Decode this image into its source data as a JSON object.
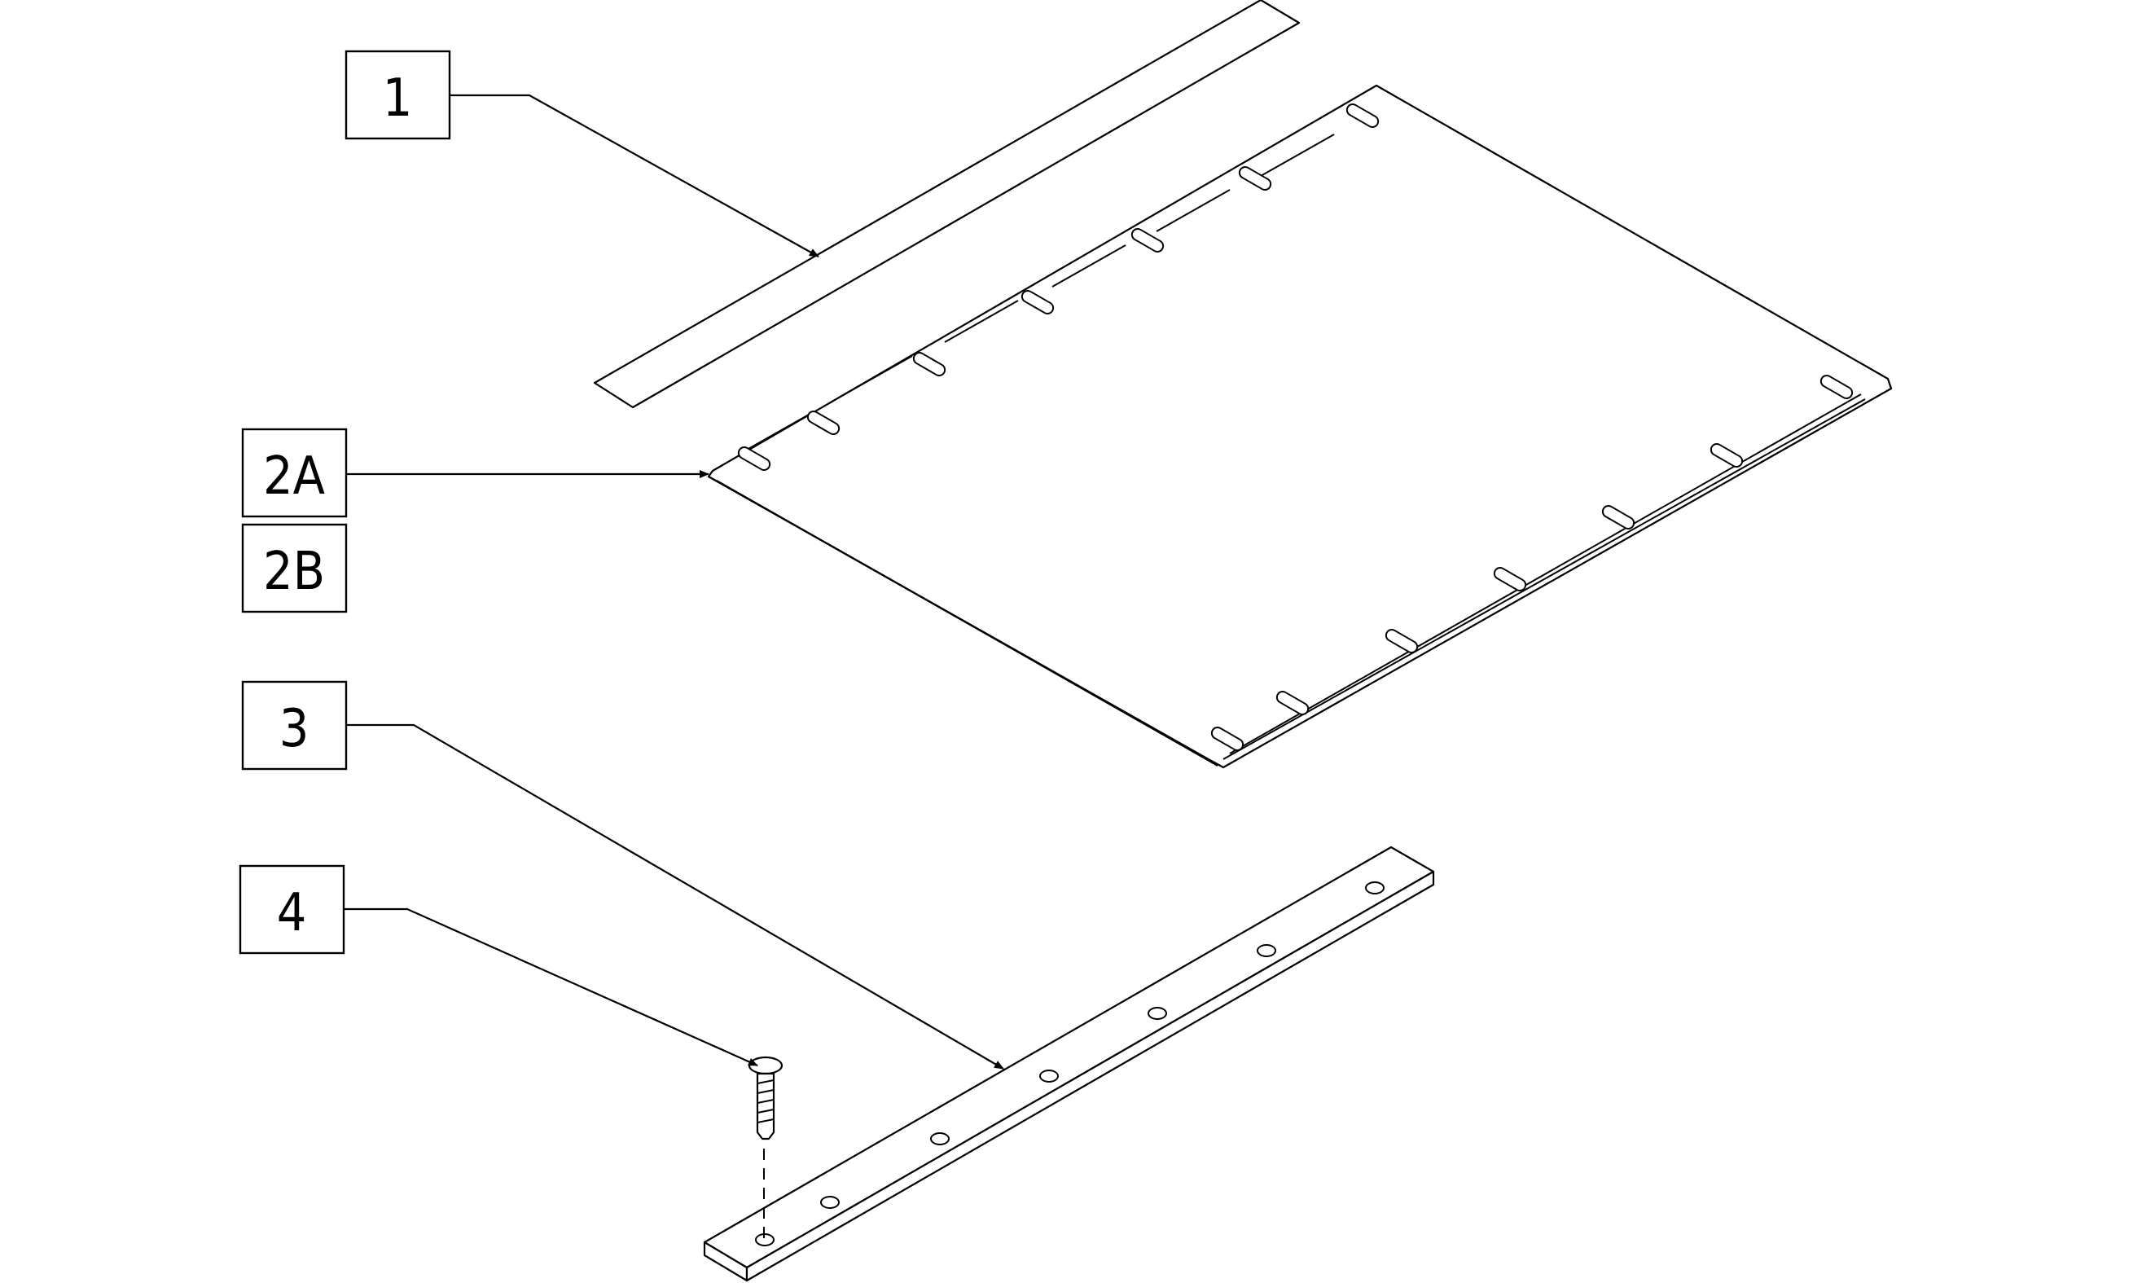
{
  "callouts": [
    {
      "id": "1",
      "label": "1"
    },
    {
      "id": "2A",
      "label": "2A"
    },
    {
      "id": "2B",
      "label": "2B"
    },
    {
      "id": "3",
      "label": "3"
    },
    {
      "id": "4",
      "label": "4"
    }
  ],
  "parts": {
    "item_1": "strip",
    "item_2": "slotted-sheet",
    "item_3": "perforated-bar",
    "item_4": "screw"
  },
  "colors": {
    "line": "#000000",
    "background": "#ffffff"
  }
}
